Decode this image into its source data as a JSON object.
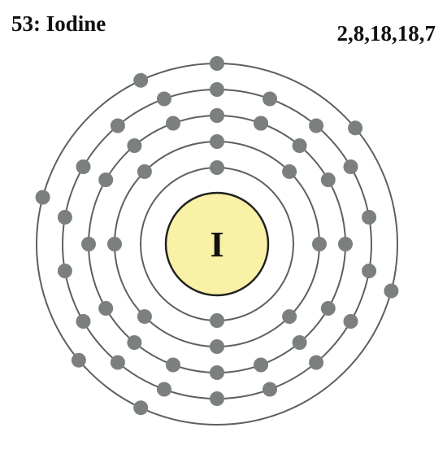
{
  "title": "53: Iodine",
  "configuration": "2,8,18,18,7",
  "nucleus": {
    "symbol": "I",
    "fill": "#f9f1a5",
    "stroke": "#222222"
  },
  "shells": [
    2,
    8,
    18,
    18,
    7
  ],
  "colors": {
    "orbit": "#5e6060",
    "electron": "#7b7f80"
  }
}
